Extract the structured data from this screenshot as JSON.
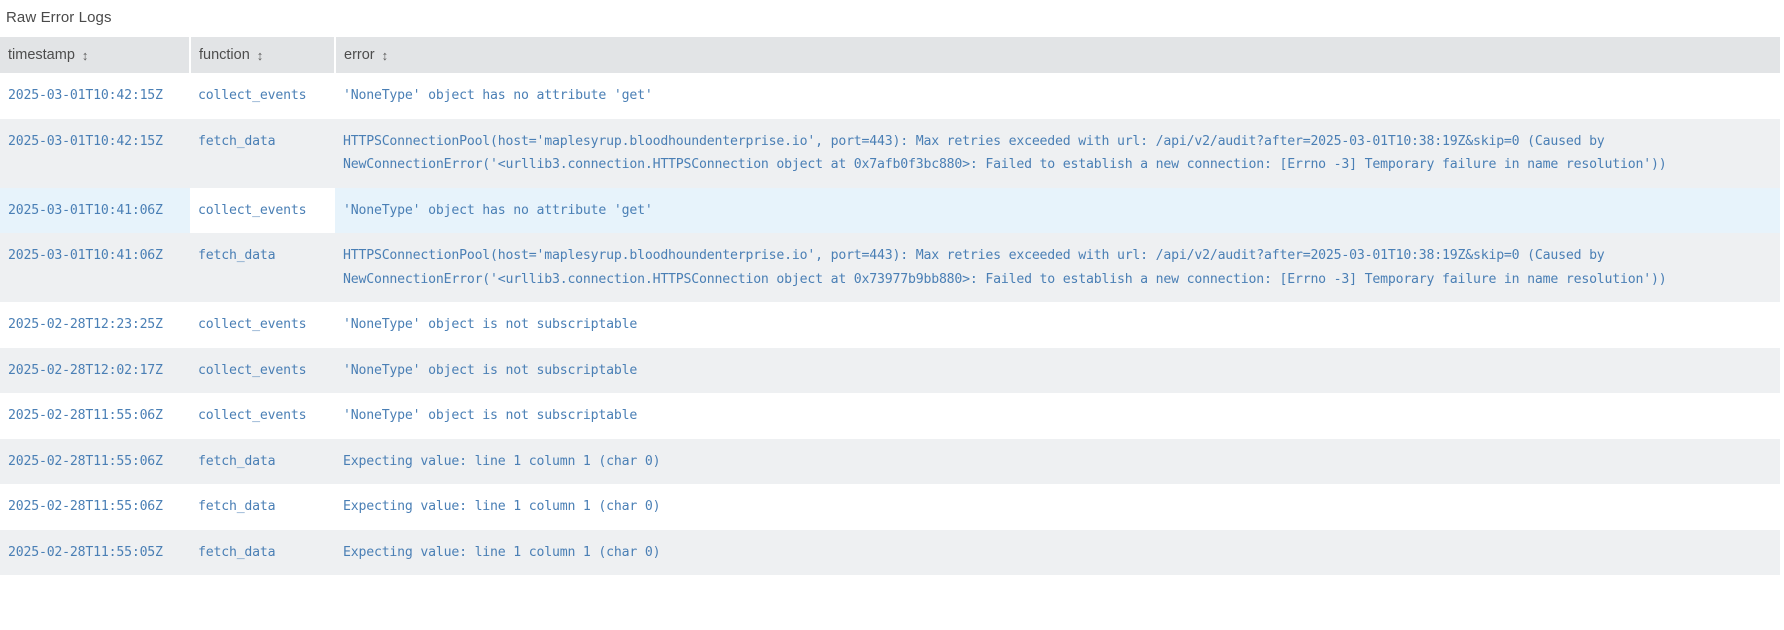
{
  "panel": {
    "title": "Raw Error Logs"
  },
  "table": {
    "columns": [
      {
        "key": "timestamp",
        "label": "timestamp",
        "sort_icon": "↕"
      },
      {
        "key": "function",
        "label": "function",
        "sort_icon": "↕"
      },
      {
        "key": "error",
        "label": "error",
        "sort_icon": "↕"
      }
    ],
    "rows": [
      {
        "timestamp": "2025-03-01T10:42:15Z",
        "function": "collect_events",
        "error": "'NoneType' object has no attribute 'get'",
        "zebra": "even",
        "highlighted": false,
        "focused_cell": null
      },
      {
        "timestamp": "2025-03-01T10:42:15Z",
        "function": "fetch_data",
        "error": "HTTPSConnectionPool(host='maplesyrup.bloodhoundenterprise.io', port=443): Max retries exceeded with url: /api/v2/audit?after=2025-03-01T10:38:19Z&skip=0 (Caused by NewConnectionError('<urllib3.connection.HTTPSConnection object at 0x7afb0f3bc880>: Failed to establish a new connection: [Errno -3] Temporary failure in name resolution'))",
        "zebra": "odd",
        "highlighted": false,
        "focused_cell": null
      },
      {
        "timestamp": "2025-03-01T10:41:06Z",
        "function": "collect_events",
        "error": "'NoneType' object has no attribute 'get'",
        "zebra": "even",
        "highlighted": true,
        "focused_cell": "function"
      },
      {
        "timestamp": "2025-03-01T10:41:06Z",
        "function": "fetch_data",
        "error": "HTTPSConnectionPool(host='maplesyrup.bloodhoundenterprise.io', port=443): Max retries exceeded with url: /api/v2/audit?after=2025-03-01T10:38:19Z&skip=0 (Caused by NewConnectionError('<urllib3.connection.HTTPSConnection object at 0x73977b9bb880>: Failed to establish a new connection: [Errno -3] Temporary failure in name resolution'))",
        "zebra": "odd",
        "highlighted": false,
        "focused_cell": null
      },
      {
        "timestamp": "2025-02-28T12:23:25Z",
        "function": "collect_events",
        "error": "'NoneType' object is not subscriptable",
        "zebra": "even",
        "highlighted": false,
        "focused_cell": null
      },
      {
        "timestamp": "2025-02-28T12:02:17Z",
        "function": "collect_events",
        "error": "'NoneType' object is not subscriptable",
        "zebra": "odd",
        "highlighted": false,
        "focused_cell": null
      },
      {
        "timestamp": "2025-02-28T11:55:06Z",
        "function": "collect_events",
        "error": "'NoneType' object is not subscriptable",
        "zebra": "even",
        "highlighted": false,
        "focused_cell": null
      },
      {
        "timestamp": "2025-02-28T11:55:06Z",
        "function": "fetch_data",
        "error": "Expecting value: line 1 column 1 (char 0)",
        "zebra": "odd",
        "highlighted": false,
        "focused_cell": null
      },
      {
        "timestamp": "2025-02-28T11:55:06Z",
        "function": "fetch_data",
        "error": "Expecting value: line 1 column 1 (char 0)",
        "zebra": "even",
        "highlighted": false,
        "focused_cell": null
      },
      {
        "timestamp": "2025-02-28T11:55:05Z",
        "function": "fetch_data",
        "error": "Expecting value: line 1 column 1 (char 0)",
        "zebra": "odd",
        "highlighted": false,
        "focused_cell": null
      }
    ]
  },
  "colors": {
    "header_bg": "#e2e4e6",
    "cell_text": "#4a7fb5",
    "zebra_odd": "#eef0f2",
    "row_hover": "#e7f3fb",
    "title_text": "#4a4a4a"
  }
}
